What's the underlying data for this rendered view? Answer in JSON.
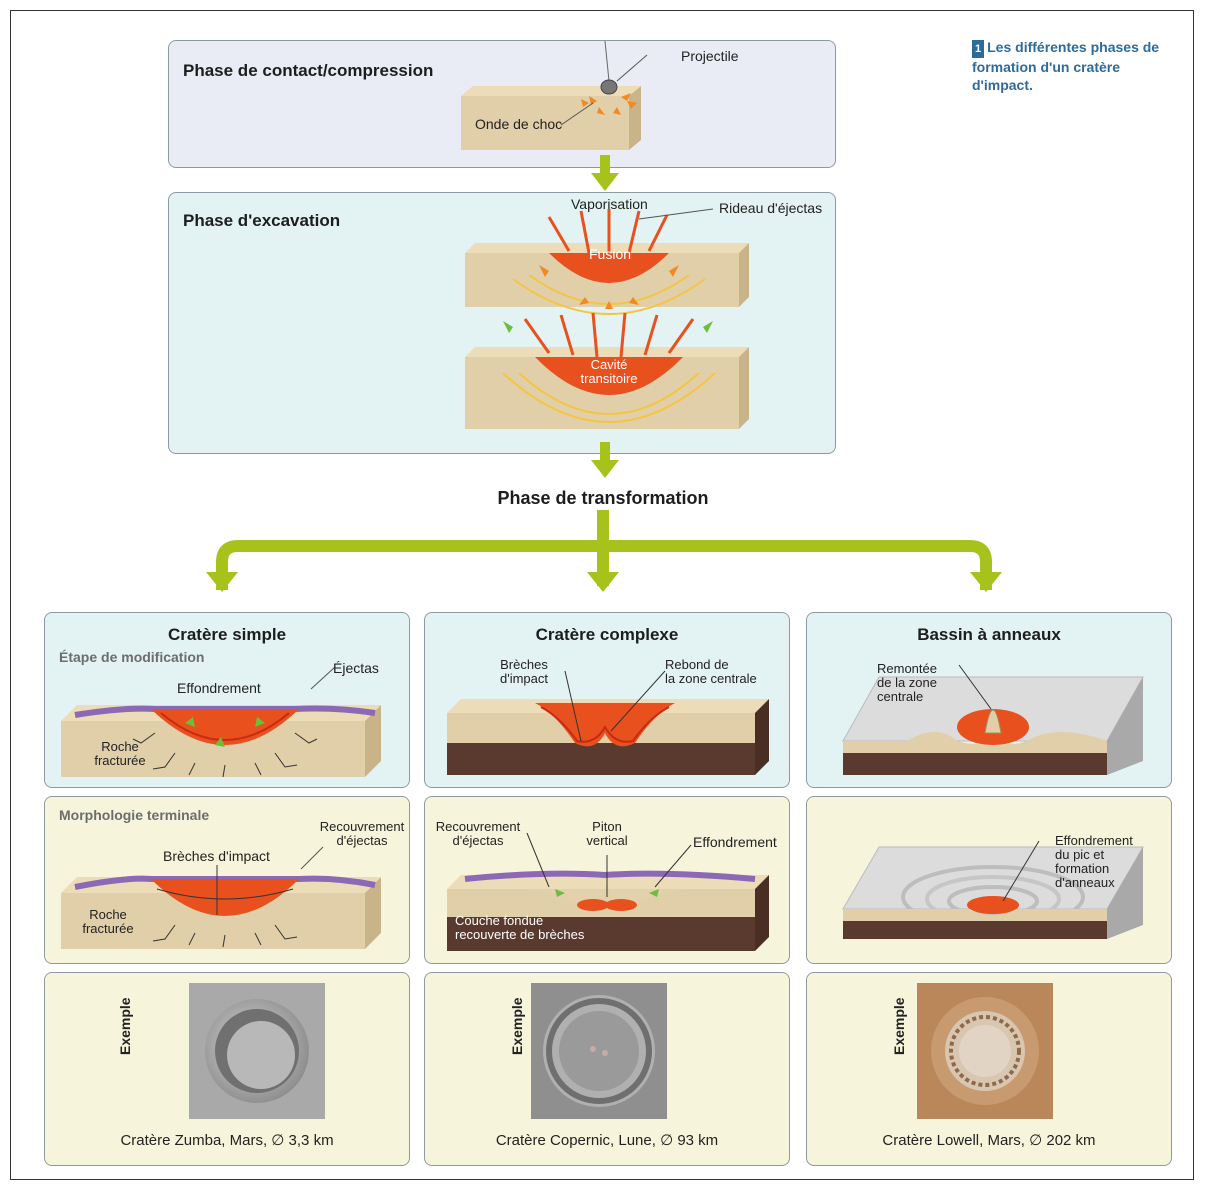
{
  "caption": {
    "number": "1",
    "text": "Les différentes phases de formation d'un cratère d'impact."
  },
  "contact": {
    "title": "Phase de contact/compression",
    "projectile": "Projectile",
    "shock_wave": "Onde de choc"
  },
  "excavation": {
    "title": "Phase d'excavation",
    "vaporisation": "Vaporisation",
    "ejecta_curtain": "Rideau d'éjectas",
    "fusion": "Fusion",
    "cavity_line1": "Cavité",
    "cavity_line2": "transitoire"
  },
  "transformation": {
    "title": "Phase de transformation"
  },
  "simple": {
    "title": "Cratère simple",
    "modification_subtitle": "Étape de modification",
    "collapse": "Effondrement",
    "ejecta": "Éjectas",
    "rock_line1": "Roche",
    "rock_line2": "fracturée",
    "terminal_subtitle": "Morphologie terminale",
    "ejecta_cover_line1": "Recouvrement",
    "ejecta_cover_line2": "d'éjectas",
    "impact_breccia": "Brèches d'impact",
    "rock2_line1": "Roche",
    "rock2_line2": "fracturée",
    "example": "Exemple",
    "example_caption": "Cratère Zumba, Mars, ∅ 3,3 km"
  },
  "complex": {
    "title": "Cratère complexe",
    "breccia_line1": "Brèches",
    "breccia_line2": "d'impact",
    "rebound_line1": "Rebond de",
    "rebound_line2": "la zone centrale",
    "cover_line1": "Recouvrement",
    "cover_line2": "d'éjectas",
    "peak_line1": "Piton",
    "peak_line2": "vertical",
    "collapse": "Effondrement",
    "melt_line1": "Couche fondue",
    "melt_line2": "recouverte de brèches",
    "example": "Exemple",
    "example_caption": "Cratère Copernic, Lune, ∅ 93 km"
  },
  "ring": {
    "title": "Bassin à anneaux",
    "uplift_line1": "Remontée",
    "uplift_line2": "de la zone",
    "uplift_line3": "centrale",
    "collapse_line1": "Effondrement",
    "collapse_line2": "du pic et",
    "collapse_line3": "formation",
    "collapse_line4": "d'anneaux",
    "example": "Exemple",
    "example_caption": "Cratère Lowell, Mars, ∅ 202 km"
  },
  "colors": {
    "arrow_green": "#a8c21c",
    "ground": "#e0cfa8",
    "melt": "#e8501e",
    "deep": "#5a3a2e",
    "ejecta_purple": "#8c69b5"
  }
}
